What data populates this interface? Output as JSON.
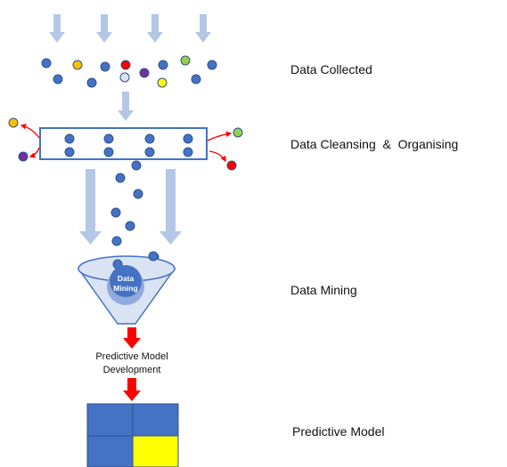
{
  "stages": {
    "collected": "Data Collected",
    "cleansing": "Data Cleansing  &  Organising",
    "mining": "Data Mining",
    "model": "Predictive Model"
  },
  "funnel": {
    "line1": "Data",
    "line2": "Mining"
  },
  "development": {
    "line1": "Predictive Model",
    "line2": "Development"
  },
  "colors": {
    "dot_blue": "#4472C4",
    "dot_outline": "#2F528F",
    "arrow_light": "#B4C7E7",
    "arrow_red": "#FF0000",
    "filter_box": "#4472C4",
    "funnel_fill": "#DAE3F3",
    "funnel_circle": "#8FAADC",
    "grid_blue": "#4472C4",
    "grid_yellow": "#FFFF00"
  }
}
